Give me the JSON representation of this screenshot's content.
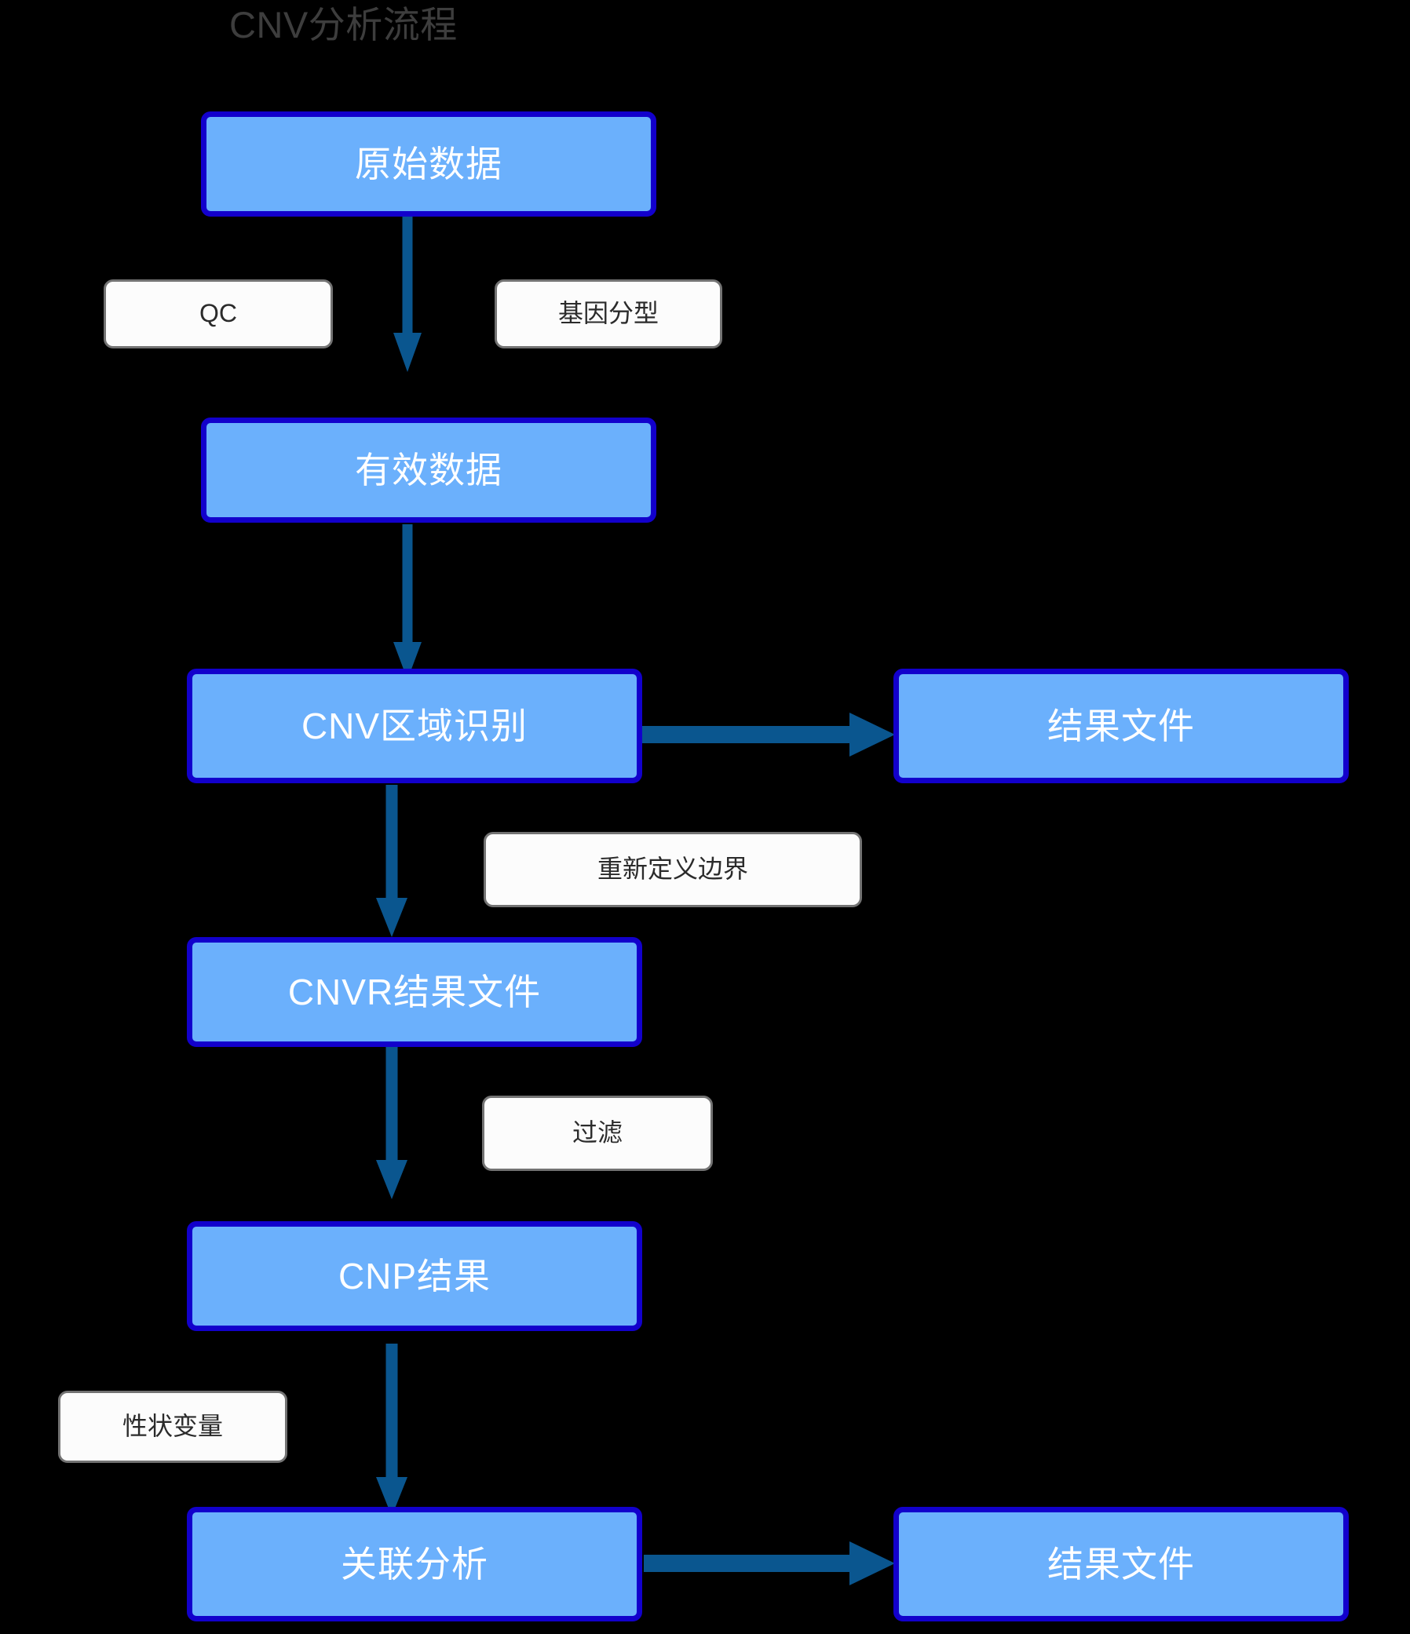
{
  "diagram": {
    "title": "CNV分析流程",
    "background_color": "#000000",
    "node_fill": "#6BB0FC",
    "node_border": "#1200CC",
    "node_text_color": "#FFFFFF",
    "label_fill": "#FCFCFC",
    "label_border": "#737373",
    "label_text_color": "#2B2B2B",
    "arrow_color": "#0A568F",
    "title_color": "#3D3D3D"
  },
  "nodes": [
    {
      "id": "raw-data",
      "label": "原始数据"
    },
    {
      "id": "valid-data",
      "label": "有效数据"
    },
    {
      "id": "cnv-region",
      "label": "CNV区域识别"
    },
    {
      "id": "result-file-1",
      "label": "结果文件"
    },
    {
      "id": "cnvr-file",
      "label": "CNVR结果文件"
    },
    {
      "id": "cnp-result",
      "label": "CNP结果"
    },
    {
      "id": "assoc",
      "label": "关联分析"
    },
    {
      "id": "result-file-2",
      "label": "结果文件"
    }
  ],
  "edge_labels": [
    {
      "id": "qc",
      "label": "QC"
    },
    {
      "id": "genotyping",
      "label": "基因分型"
    },
    {
      "id": "redefine",
      "label": "重新定义边界"
    },
    {
      "id": "filter",
      "label": "过滤"
    },
    {
      "id": "trait-var",
      "label": "性状变量"
    }
  ],
  "edges": [
    {
      "from": "raw-data",
      "to": "valid-data",
      "direction": "down",
      "label": "QC / 基因分型"
    },
    {
      "from": "valid-data",
      "to": "cnv-region",
      "direction": "down",
      "label": ""
    },
    {
      "from": "cnv-region",
      "to": "result-file-1",
      "direction": "right",
      "label": ""
    },
    {
      "from": "cnv-region",
      "to": "cnvr-file",
      "direction": "down",
      "label": "重新定义边界"
    },
    {
      "from": "cnvr-file",
      "to": "cnp-result",
      "direction": "down",
      "label": "过滤"
    },
    {
      "from": "cnp-result",
      "to": "assoc",
      "direction": "down",
      "label": "性状变量"
    },
    {
      "from": "assoc",
      "to": "result-file-2",
      "direction": "right",
      "label": ""
    }
  ]
}
